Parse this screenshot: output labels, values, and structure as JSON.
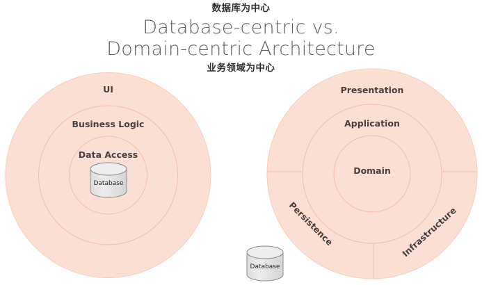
{
  "title": {
    "cn_top": "数据库为中心",
    "line1": "Database-centric vs.",
    "line2": "Domain-centric Architecture",
    "cn_bottom": "业务领域为中心"
  },
  "colors": {
    "ring_fill": "#fbdfd3",
    "ring_stroke": "#f2c4ae",
    "label_text": "#4a3f3c",
    "title_text": "#5f5f5f",
    "cn_text": "#2f2f2f",
    "cylinder_fill": "#e3e3e3",
    "cylinder_stroke": "#8c8c8c",
    "background": "#ffffff"
  },
  "left_diagram": {
    "name": "database-centric",
    "rings": [
      {
        "label": "UI"
      },
      {
        "label": "Business Logic"
      },
      {
        "label": "Data Access"
      }
    ],
    "cylinder": {
      "label": "Database"
    }
  },
  "right_diagram": {
    "name": "domain-centric",
    "rings": [
      {
        "label": "Presentation"
      },
      {
        "label": "Application"
      },
      {
        "label": "Domain"
      }
    ],
    "sectors": [
      {
        "label": "Persistence"
      },
      {
        "label": "Infrastructure"
      }
    ]
  },
  "bottom_cylinder": {
    "label": "Database"
  }
}
